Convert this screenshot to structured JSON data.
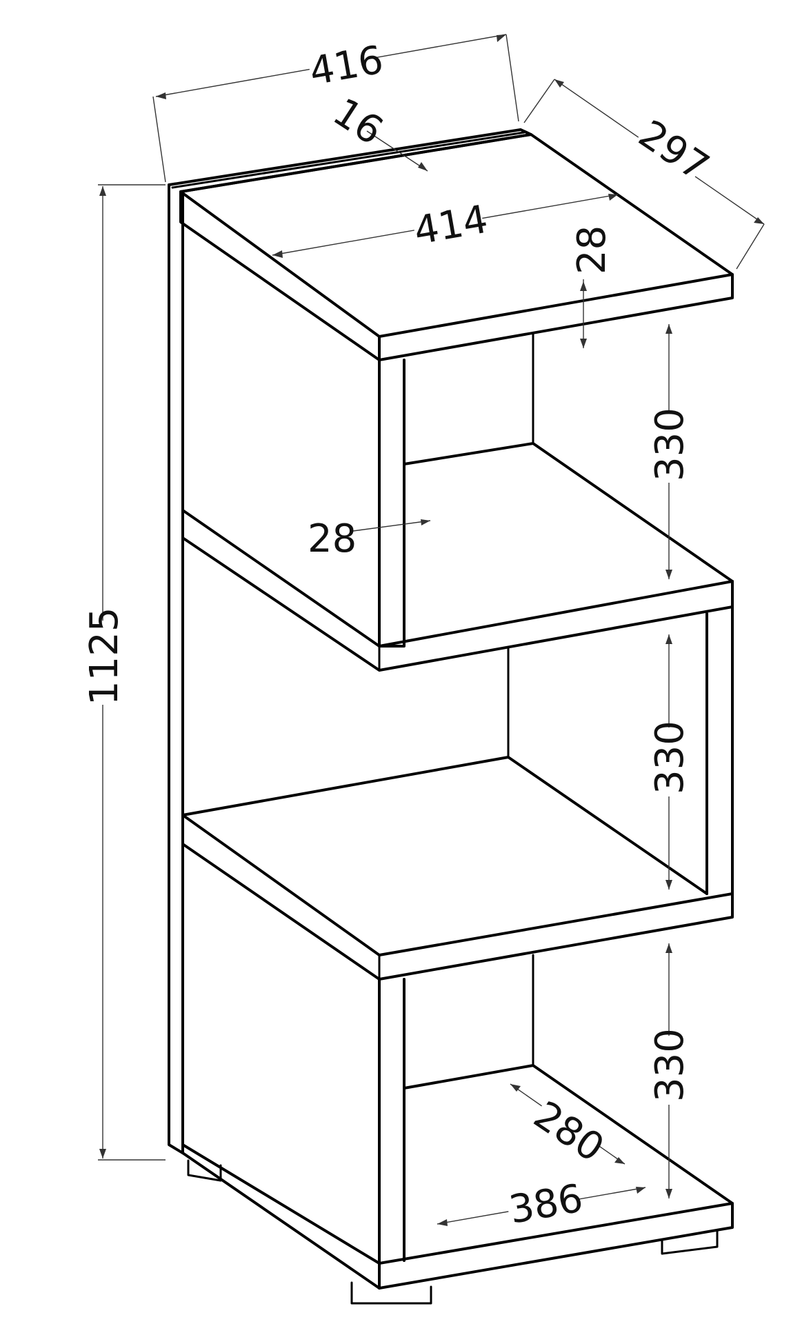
{
  "drawing": {
    "subject": "side-shelf-unit-technical-drawing",
    "units": "mm",
    "line_color": "#000000",
    "background": "#ffffff"
  },
  "dimensions": {
    "overall_width": "416",
    "top_thickness": "16",
    "depth": "297",
    "inner_width": "414",
    "shelf_thickness": "28",
    "side_thickness": "28",
    "overall_height": "1125",
    "compartment_height_1": "330",
    "compartment_height_2": "330",
    "compartment_height_3": "330",
    "bottom_depth": "280",
    "bottom_width": "386"
  }
}
